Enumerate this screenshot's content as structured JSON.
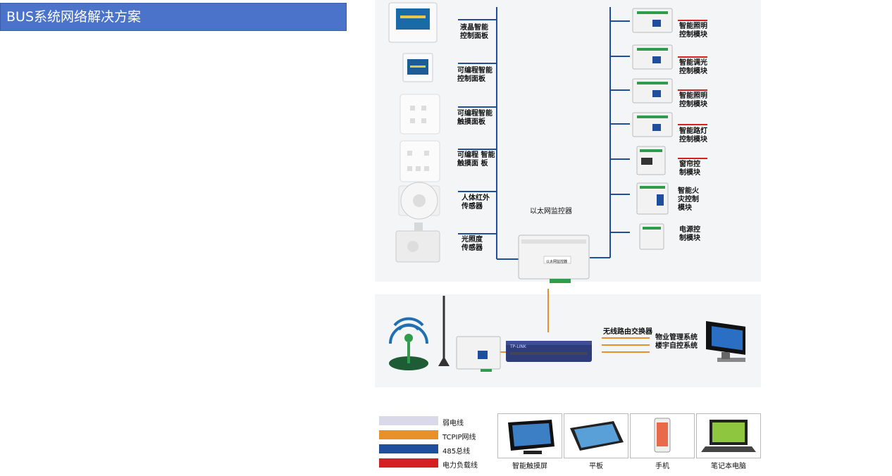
{
  "header": {
    "title": "BUS系统网络解决方案"
  },
  "left_devices": [
    {
      "label_line1": "液晶智能",
      "label_line2": "控制面板"
    },
    {
      "label_line1": "可编程智能",
      "label_line2": "控制面板"
    },
    {
      "label_line1": "可编程智能",
      "label_line2": "触摸面板"
    },
    {
      "label_line1": "可编程 智能",
      "label_line2": "触摸面 板"
    },
    {
      "label_line1": "人体红外",
      "label_line2": "传感器"
    },
    {
      "label_line1": "光照度",
      "label_line2": "传感器"
    }
  ],
  "right_modules": [
    {
      "line1": "智能照明",
      "line2": "控制模块",
      "line3": ""
    },
    {
      "line1": "智能调光",
      "line2": "控制模块",
      "line3": ""
    },
    {
      "line1": "智能照明",
      "line2": "控制模块",
      "line3": ""
    },
    {
      "line1": "智能路灯",
      "line2": "控制模块",
      "line3": ""
    },
    {
      "line1": "窗帘控",
      "line2": "制模块",
      "line3": ""
    },
    {
      "line1": "智能火",
      "line2": "灾控制",
      "line3": "模块"
    },
    {
      "line1": "电源控",
      "line2": "制模块",
      "line3": ""
    }
  ],
  "monitor": {
    "label": "以太网监控器",
    "screen_text": "以太网监控器"
  },
  "network": {
    "router_label": "无线路由交换器",
    "system_line1": "物业管理系统",
    "system_line2": "楼宇自控系统",
    "switch_brand": "TP-LINK"
  },
  "legend": [
    {
      "label": "弱电线",
      "color": "#d9d9ea"
    },
    {
      "label": "TCPIP网线",
      "color": "#e8902a"
    },
    {
      "label": "485总线",
      "color": "#1f4e9c"
    },
    {
      "label": "电力负载线",
      "color": "#d42020"
    }
  ],
  "terminals": [
    {
      "label": "智能触摸屏"
    },
    {
      "label": "平板"
    },
    {
      "label": "手机"
    },
    {
      "label": "笔记本电脑"
    }
  ],
  "colors": {
    "bus": "#1f4e9c",
    "tcpip": "#e8902a",
    "power": "#d42020",
    "banner": "#4a73c9"
  }
}
